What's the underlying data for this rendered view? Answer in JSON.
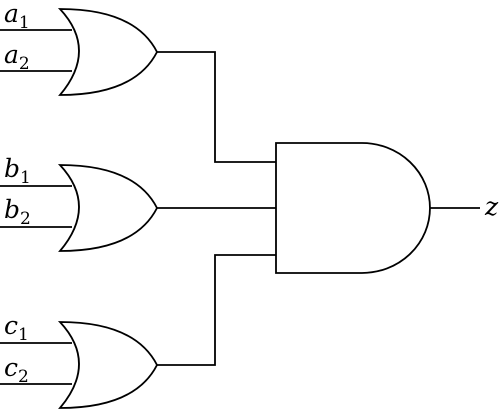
{
  "inputs": {
    "a1": {
      "var": "a",
      "sub": "1"
    },
    "a2": {
      "var": "a",
      "sub": "2"
    },
    "b1": {
      "var": "b",
      "sub": "1"
    },
    "b2": {
      "var": "b",
      "sub": "2"
    },
    "c1": {
      "var": "c",
      "sub": "1"
    },
    "c2": {
      "var": "c",
      "sub": "2"
    }
  },
  "output": {
    "var": "z"
  },
  "gates": [
    {
      "id": "or-a",
      "type": "OR",
      "inputs": [
        "a1",
        "a2"
      ]
    },
    {
      "id": "or-b",
      "type": "OR",
      "inputs": [
        "b1",
        "b2"
      ]
    },
    {
      "id": "or-c",
      "type": "OR",
      "inputs": [
        "c1",
        "c2"
      ]
    },
    {
      "id": "and-z",
      "type": "AND",
      "inputs": [
        "or-a",
        "or-b",
        "or-c"
      ],
      "output": "z"
    }
  ],
  "colors": {
    "stroke": "#000000",
    "background": "#ffffff"
  }
}
